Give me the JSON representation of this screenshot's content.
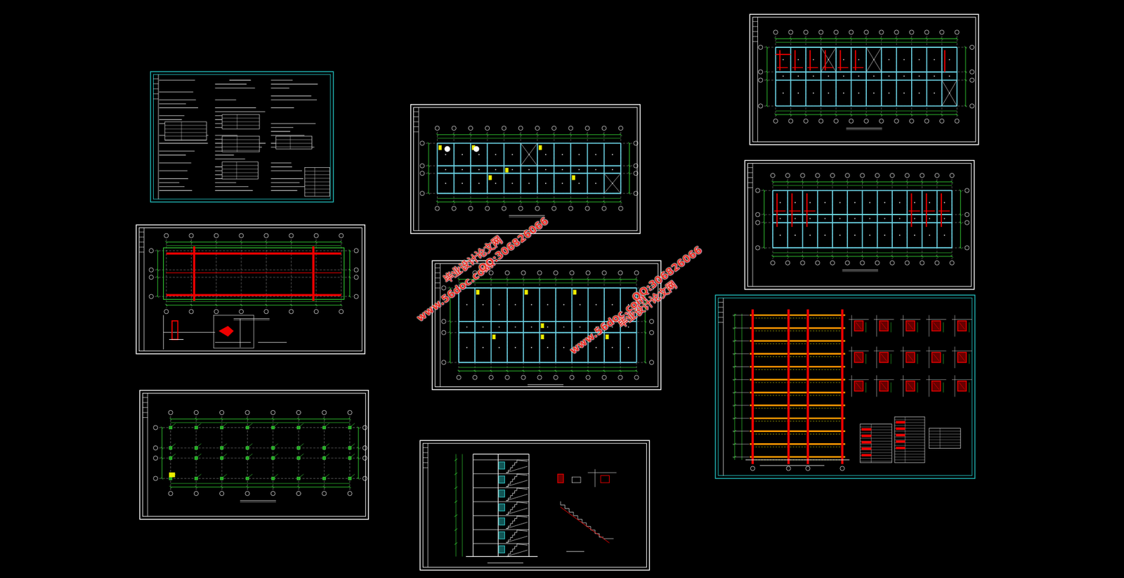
{
  "diagram": {
    "labels": [
      "毕业设计论文网",
      "www.56doc.com",
      "QQ:306826066",
      "毕业设计论文网",
      "www.56doc.com",
      "QQ:306826066"
    ]
  }
}
